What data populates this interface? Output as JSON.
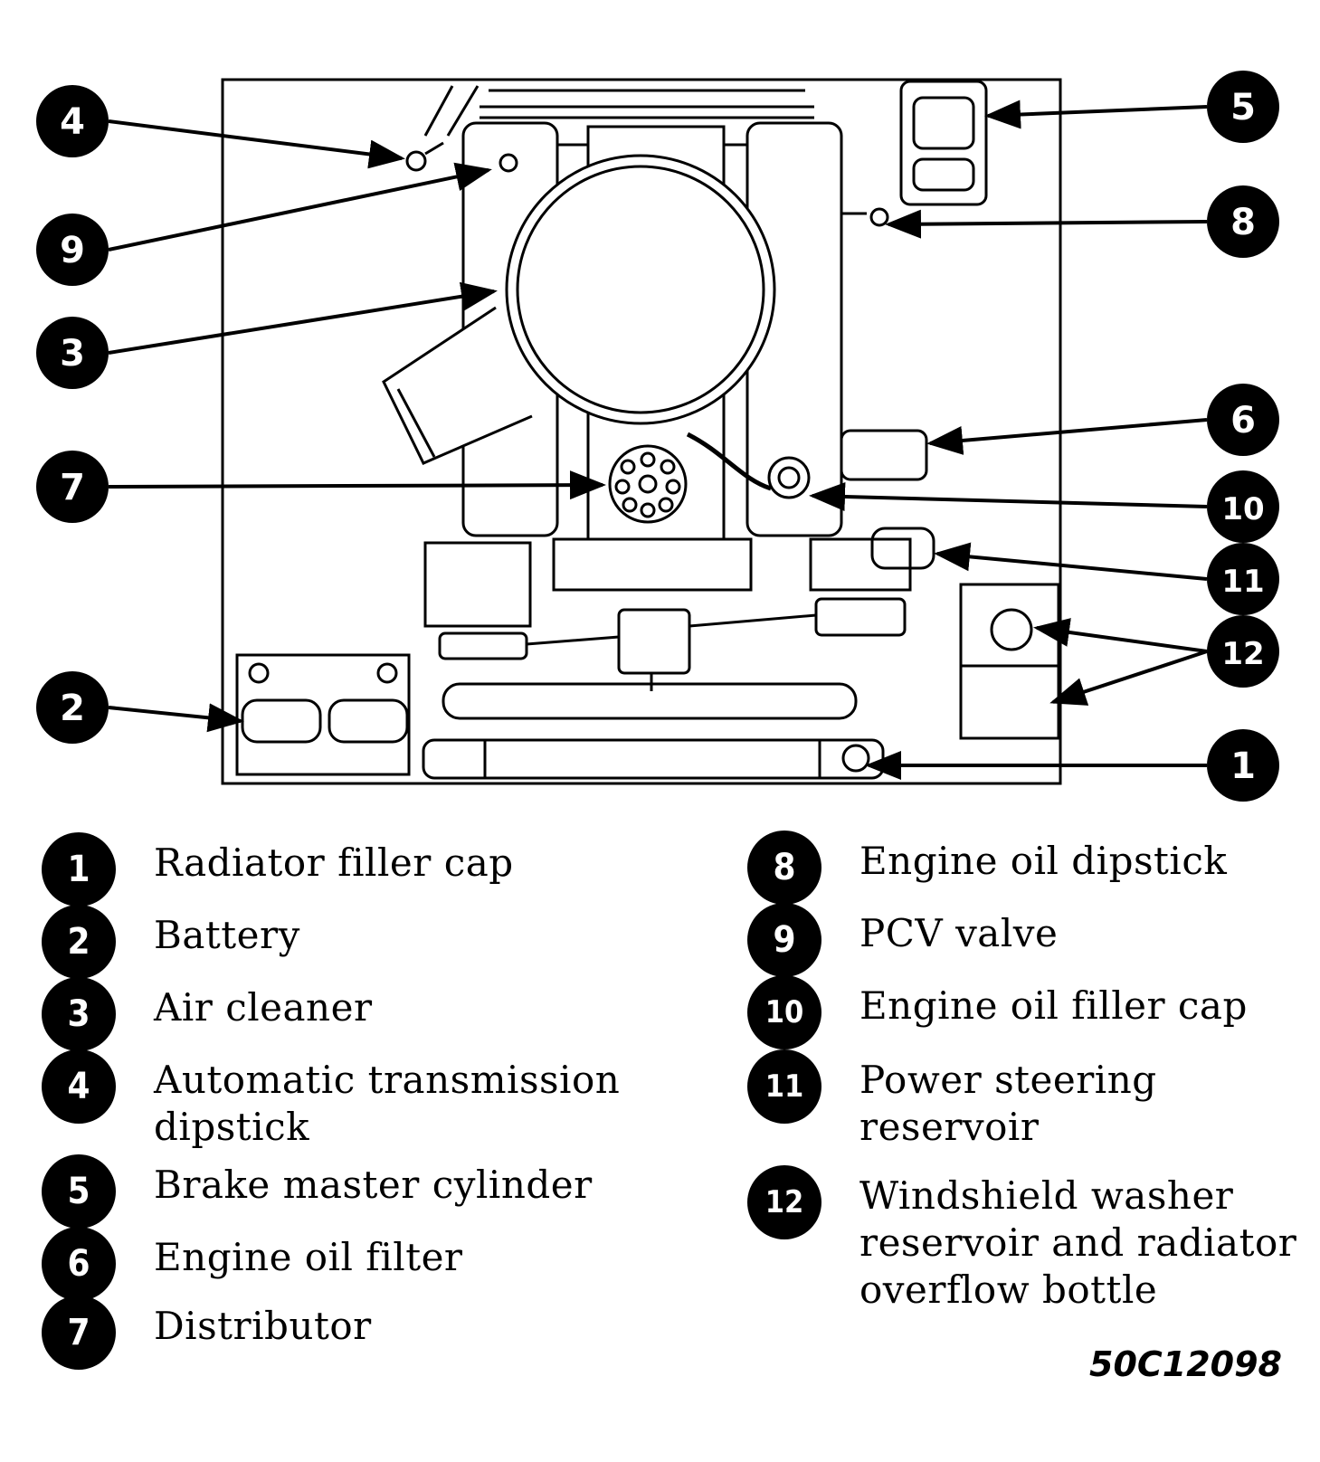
{
  "callouts": [
    {
      "number": "1",
      "label": "Radiator filler cap"
    },
    {
      "number": "2",
      "label": "Battery"
    },
    {
      "number": "3",
      "label": "Air cleaner"
    },
    {
      "number": "4",
      "label": "Automatic transmission dipstick"
    },
    {
      "number": "5",
      "label": "Brake master cylinder"
    },
    {
      "number": "6",
      "label": "Engine oil filter"
    },
    {
      "number": "7",
      "label": "Distributor"
    },
    {
      "number": "8",
      "label": "Engine oil dipstick"
    },
    {
      "number": "9",
      "label": "PCV valve"
    },
    {
      "number": "10",
      "label": "Engine oil filler cap"
    },
    {
      "number": "11",
      "label": "Power steering reservoir"
    },
    {
      "number": "12",
      "label": "Windshield washer reservoir and radiator overflow bottle"
    }
  ],
  "legend": {
    "left": [
      {
        "number": "1",
        "text": "Radiator filler cap"
      },
      {
        "number": "2",
        "text": "Battery"
      },
      {
        "number": "3",
        "text": "Air cleaner"
      },
      {
        "number": "4",
        "text": "Automatic transmission\ndipstick"
      },
      {
        "number": "5",
        "text": "Brake master cylinder"
      },
      {
        "number": "6",
        "text": "Engine oil filter"
      },
      {
        "number": "7",
        "text": "Distributor"
      }
    ],
    "right": [
      {
        "number": "8",
        "text": "Engine oil dipstick"
      },
      {
        "number": "9",
        "text": "PCV valve"
      },
      {
        "number": "10",
        "text": "Engine oil filler cap"
      },
      {
        "number": "11",
        "text": "Power steering\nreservoir"
      },
      {
        "number": "12",
        "text": "Windshield washer\nreservoir and radiator\noverflow bottle"
      }
    ]
  },
  "figure_id": "50C12098",
  "colors": {
    "ink": "#000000",
    "paper": "#ffffff"
  }
}
